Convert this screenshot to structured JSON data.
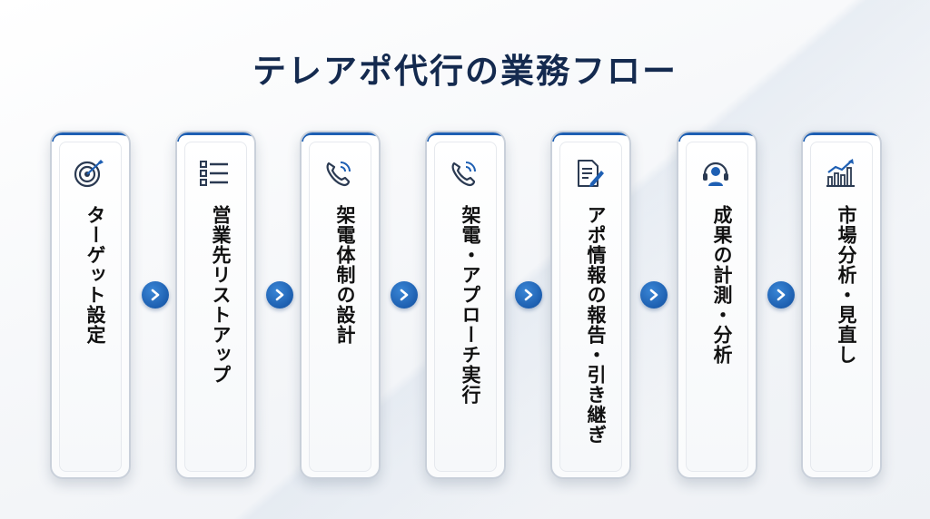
{
  "title": "テレアポ代行の業務フロー",
  "steps": [
    {
      "label": "ターゲット設定",
      "icon": "target-icon"
    },
    {
      "label": "営業先リストアップ",
      "icon": "list-icon"
    },
    {
      "label": "架電体制の設計",
      "icon": "phone-icon"
    },
    {
      "label": "架電・アプローチ実行",
      "icon": "phone-icon"
    },
    {
      "label": "アポ情報の報告・引き継ぎ",
      "icon": "document-edit-icon"
    },
    {
      "label": "成果の計測・分析",
      "icon": "headset-operator-icon"
    },
    {
      "label": "市場分析・見直し",
      "icon": "growth-chart-icon"
    }
  ],
  "colors": {
    "accent": "#1e5fb3",
    "title": "#142a4f"
  }
}
